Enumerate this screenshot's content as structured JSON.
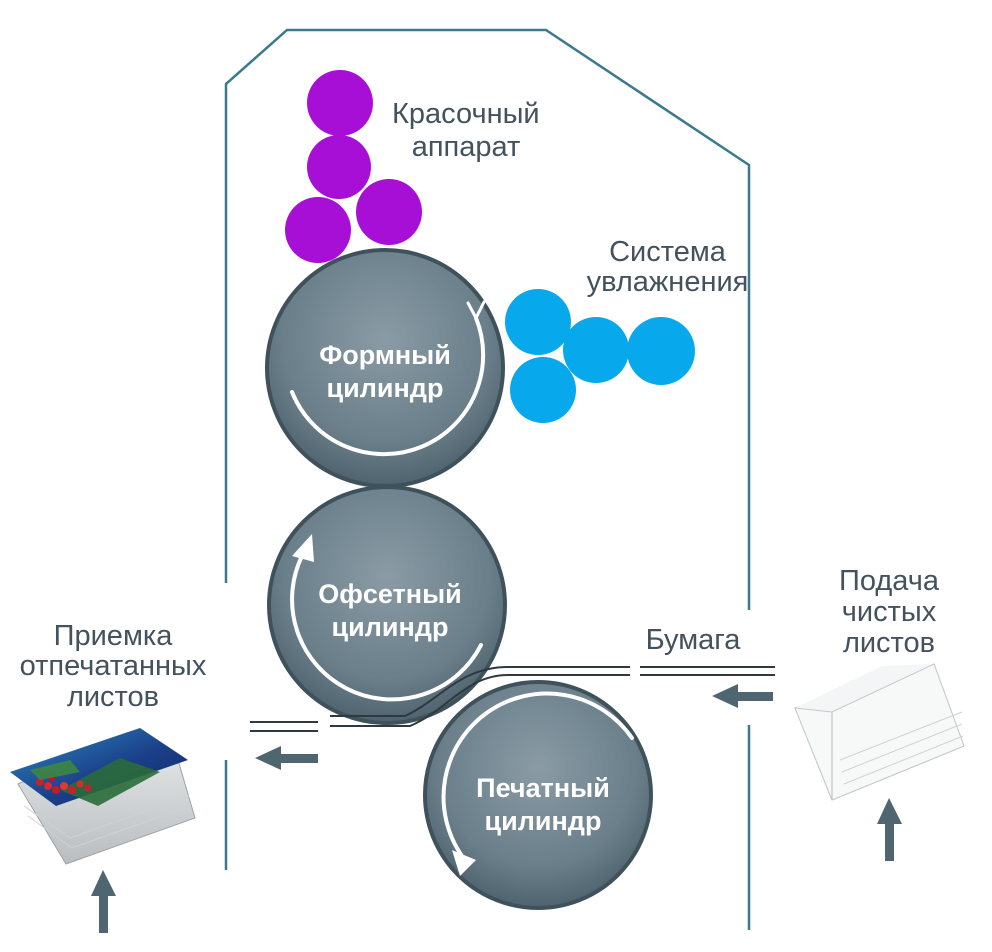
{
  "labels": {
    "ink_unit_line1": "Красочный",
    "ink_unit_line2": "аппарат",
    "dampening_line1": "Система",
    "dampening_line2": "увлажнения",
    "plate_cyl_line1": "Формный",
    "plate_cyl_line2": "цилиндр",
    "offset_cyl_line1": "Офсетный",
    "offset_cyl_line2": "цилиндр",
    "impression_cyl_line1": "Печатный",
    "impression_cyl_line2": "цилиндр",
    "paper": "Бумага",
    "delivery_line1": "Приемка",
    "delivery_line2": "отпечатанных",
    "delivery_line3": "листов",
    "feed_line1": "Подача",
    "feed_line2": "чистых",
    "feed_line3": "листов"
  },
  "colors": {
    "ink": "#a80fd6",
    "dampening": "#08a8ec",
    "cylinder": "#6d818c",
    "frame": "#3a7a8a",
    "arrow": "#4f6670",
    "text": "#44525e"
  }
}
